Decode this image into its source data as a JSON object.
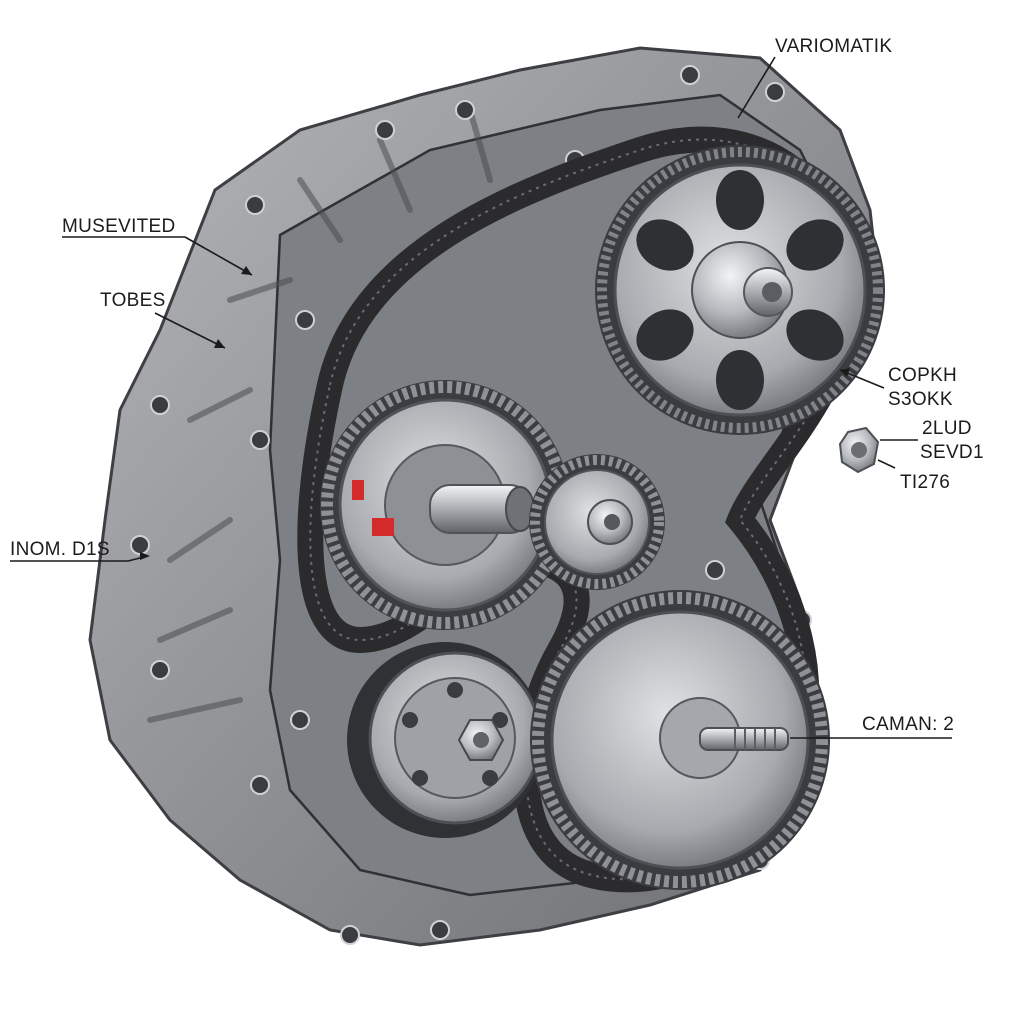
{
  "labels": {
    "variomatik": "VARIOMATIK",
    "musevited": "MUSEVITED",
    "tobes": "TOBES",
    "copkh": "COPKH",
    "s3okk": "S3OKK",
    "lud2": "2LUD",
    "sevd1": "SEVD1",
    "ti276": "TI276",
    "inom_d1s": "INOM. D1S",
    "caman2": "CAMAN: 2"
  },
  "colors": {
    "housing": "#9a9c9f",
    "housing_dark": "#5b5d61",
    "belt": "#2b2b2d",
    "steel": "#c4c7cb",
    "marker_red": "#d42a2a"
  }
}
